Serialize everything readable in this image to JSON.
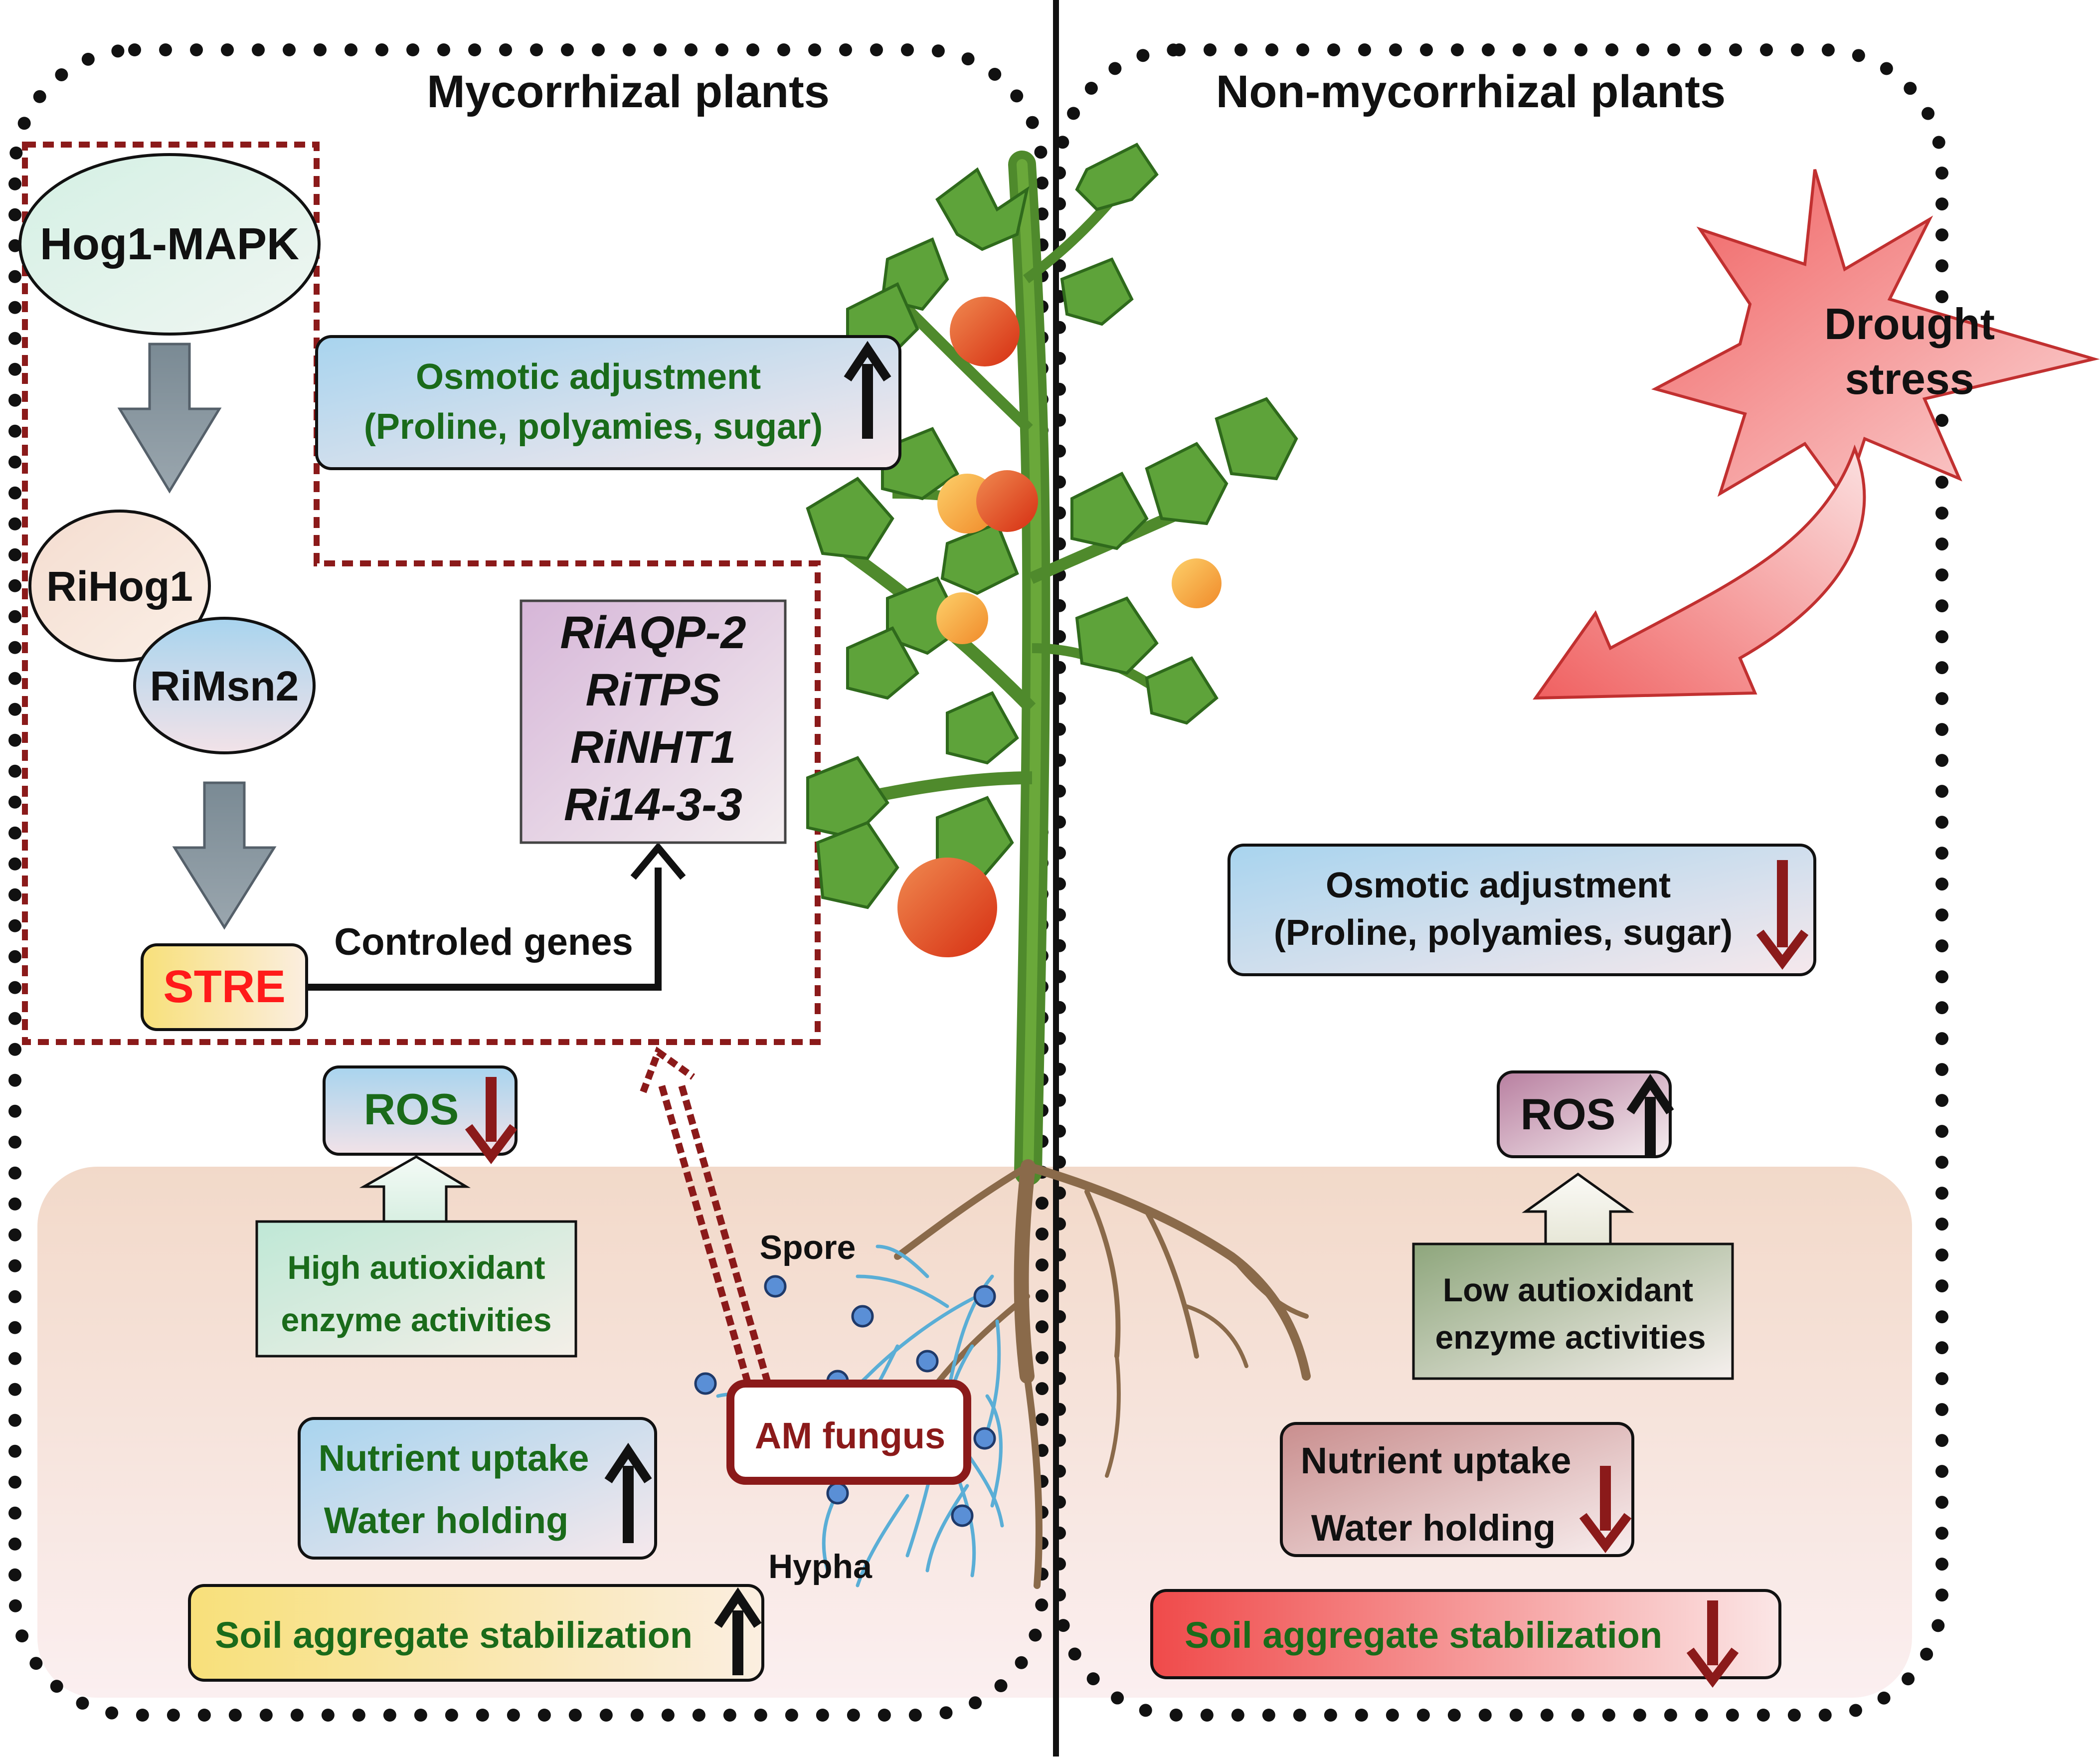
{
  "panels": {
    "left_title": "Mycorrhizal plants",
    "right_title": "Non-mycorrhizal plants"
  },
  "pathway": {
    "hog1_mapk": "Hog1-MAPK",
    "rihog1": "RiHog1",
    "rimsn2": "RiMsn2",
    "stre": "STRE",
    "controlled_genes": "Controled genes",
    "genes": [
      "RiAQP-2",
      "RiTPS",
      "RiNHT1",
      "Ri14-3-3"
    ]
  },
  "left_boxes": {
    "osmotic_line1": "Osmotic adjustment",
    "osmotic_line2": "(Proline, polyamies, sugar)",
    "ros": "ROS",
    "enzyme_line1": "High autioxidant",
    "enzyme_line2": "enzyme activities",
    "nutrient": "Nutrient uptake",
    "water": "Water holding",
    "soil": "Soil aggregate stabilization"
  },
  "fungus": {
    "spore": "Spore",
    "am_fungus": "AM fungus",
    "hypha": "Hypha"
  },
  "right_boxes": {
    "drought_line1": "Drought",
    "drought_line2": "stress",
    "osmotic_line1": "Osmotic adjustment",
    "osmotic_line2": "(Proline, polyamies, sugar)",
    "ros": "ROS",
    "enzyme_line1": "Low autioxidant",
    "enzyme_line2": "enzyme activities",
    "nutrient": "Nutrient uptake",
    "water": "Water holding",
    "soil": "Soil aggregate stabilization"
  },
  "colors": {
    "green_text": "#1a6b1a",
    "dark_red": "#8b1a1a",
    "stre_red": "#ff1a1a",
    "soil_bg": "#f4ddd0"
  }
}
